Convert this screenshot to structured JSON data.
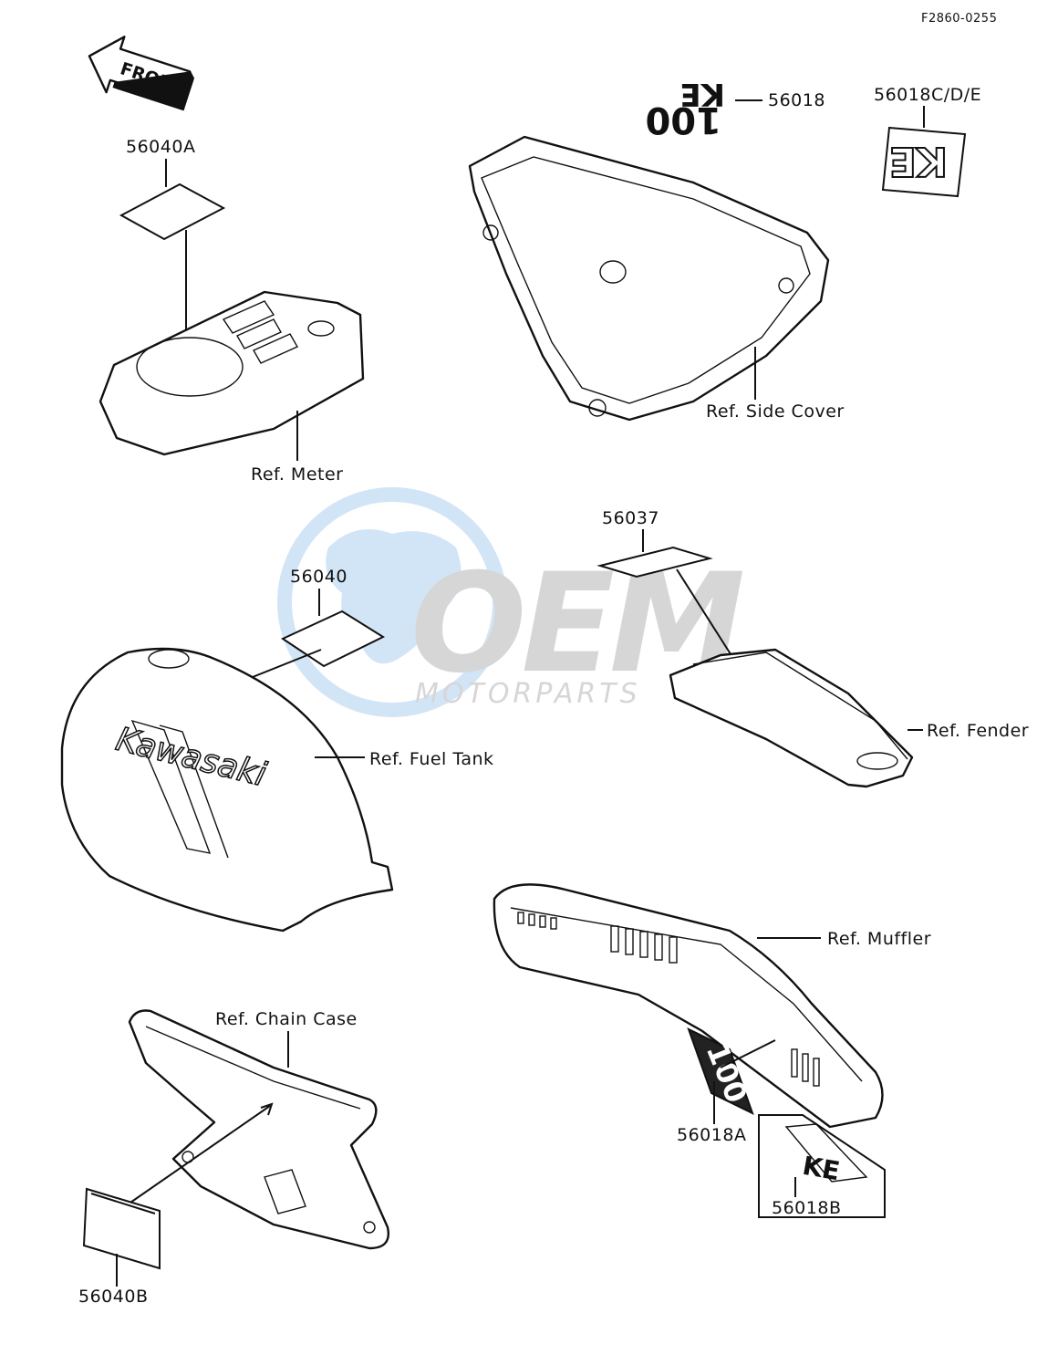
{
  "diagram": {
    "code": "F2860-0255",
    "front_arrow_text": "FRONT",
    "watermark": {
      "brand": "OEM",
      "tagline": "MOTORPARTS"
    },
    "parts": [
      {
        "id": "56040A",
        "label": "56040A"
      },
      {
        "id": "56018",
        "label": "56018"
      },
      {
        "id": "56018C_D_E",
        "label": "56018C/D/E"
      },
      {
        "id": "56037",
        "label": "56037"
      },
      {
        "id": "56040",
        "label": "56040"
      },
      {
        "id": "56018A",
        "label": "56018A"
      },
      {
        "id": "56018B",
        "label": "56018B"
      },
      {
        "id": "56040B",
        "label": "56040B"
      }
    ],
    "references": [
      {
        "id": "meter",
        "label": "Ref. Meter"
      },
      {
        "id": "side_cover",
        "label": "Ref. Side Cover"
      },
      {
        "id": "fuel_tank",
        "label": "Ref. Fuel Tank"
      },
      {
        "id": "fender",
        "label": "Ref. Fender"
      },
      {
        "id": "muffler",
        "label": "Ref. Muffler"
      },
      {
        "id": "chain_case",
        "label": "Ref. Chain Case"
      }
    ],
    "decal_texts": {
      "model_number": "100",
      "model_letters": "KE",
      "tank_brand": "Kawasaki"
    }
  }
}
